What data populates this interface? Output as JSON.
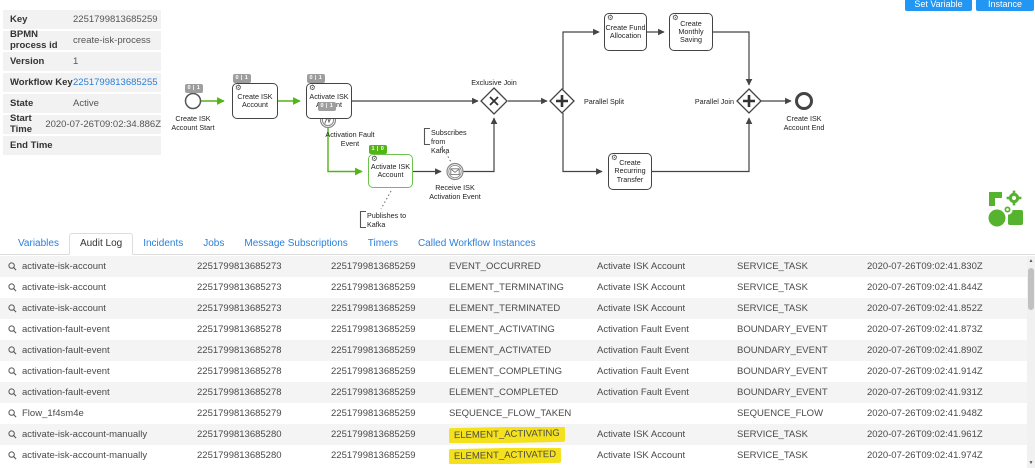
{
  "actions": {
    "set_variable": "Set Variable",
    "cancel_instance": "Cancel Instance"
  },
  "colors": {
    "accent_green": "#52b415",
    "accent_blue": "#2196f3",
    "link_blue": "#2a7fdb",
    "highlight_yellow": "#f4e11c"
  },
  "icons": {
    "service_task": "⚙",
    "scroll_up": "▲",
    "scroll_down": "▼"
  },
  "info": {
    "rows": [
      {
        "label": "Key",
        "value": "2251799813685259",
        "link": false
      },
      {
        "label": "BPMN process id",
        "value": "create-isk-process",
        "link": false
      },
      {
        "label": "Version",
        "value": "1",
        "link": false
      },
      {
        "label": "Workflow Key",
        "value": "2251799813685255",
        "link": true
      },
      {
        "label": "State",
        "value": "Active",
        "link": false
      },
      {
        "label": "Start Time",
        "value": "2020-07-26T09:02:34.886Z",
        "link": false
      },
      {
        "label": "End Time",
        "value": "",
        "link": false
      }
    ]
  },
  "diagram": {
    "start": {
      "badge": "0 | 1",
      "label": "Create ISK\nAccount Start"
    },
    "task_create": {
      "badge": "0 | 1",
      "label": "Create ISK\nAccount"
    },
    "task_activate": {
      "badge": "0 | 1",
      "inner_badge": "0 | 1",
      "label": "Activate ISK\nAccount"
    },
    "boundary": {
      "label": "Activation Fault\nEvent"
    },
    "task_activate_manual": {
      "badge": "1 | 0",
      "label": "Activate ISK\nAccount"
    },
    "annotation_publishes": {
      "label": "Publishes to\nKafka"
    },
    "annotation_subscribes": {
      "label": "Subscribes from\nKafka"
    },
    "msg_event": {
      "label": "Receive ISK\nActivation Event"
    },
    "gw_exclusive": {
      "label": "Exclusive Join"
    },
    "gw_split": {
      "label": "Parallel Split"
    },
    "gw_join": {
      "label": "Parallel Join"
    },
    "task_fund": {
      "label": "Create Fund\nAllocation"
    },
    "task_monthly": {
      "label": "Create Monthly\nSaving"
    },
    "task_recurring": {
      "label": "Create\nRecurring\nTransfer"
    },
    "end": {
      "label": "Create ISK\nAccount End"
    }
  },
  "tabs": [
    {
      "label": "Variables",
      "active": false
    },
    {
      "label": "Audit Log",
      "active": true
    },
    {
      "label": "Incidents",
      "active": false
    },
    {
      "label": "Jobs",
      "active": false
    },
    {
      "label": "Message Subscriptions",
      "active": false
    },
    {
      "label": "Timers",
      "active": false
    },
    {
      "label": "Called Workflow Instances",
      "active": false
    }
  ],
  "audit": {
    "rows": [
      {
        "id": "activate-isk-account",
        "key": "2251799813685273",
        "instance_key": "2251799813685259",
        "event": "EVENT_OCCURRED",
        "element_name": "Activate ISK Account",
        "element_type": "SERVICE_TASK",
        "timestamp": "2020-07-26T09:02:41.830Z",
        "highlight": false
      },
      {
        "id": "activate-isk-account",
        "key": "2251799813685273",
        "instance_key": "2251799813685259",
        "event": "ELEMENT_TERMINATING",
        "element_name": "Activate ISK Account",
        "element_type": "SERVICE_TASK",
        "timestamp": "2020-07-26T09:02:41.844Z",
        "highlight": false
      },
      {
        "id": "activate-isk-account",
        "key": "2251799813685273",
        "instance_key": "2251799813685259",
        "event": "ELEMENT_TERMINATED",
        "element_name": "Activate ISK Account",
        "element_type": "SERVICE_TASK",
        "timestamp": "2020-07-26T09:02:41.852Z",
        "highlight": false
      },
      {
        "id": "activation-fault-event",
        "key": "2251799813685278",
        "instance_key": "2251799813685259",
        "event": "ELEMENT_ACTIVATING",
        "element_name": "Activation Fault Event",
        "element_type": "BOUNDARY_EVENT",
        "timestamp": "2020-07-26T09:02:41.873Z",
        "highlight": false
      },
      {
        "id": "activation-fault-event",
        "key": "2251799813685278",
        "instance_key": "2251799813685259",
        "event": "ELEMENT_ACTIVATED",
        "element_name": "Activation Fault Event",
        "element_type": "BOUNDARY_EVENT",
        "timestamp": "2020-07-26T09:02:41.890Z",
        "highlight": false
      },
      {
        "id": "activation-fault-event",
        "key": "2251799813685278",
        "instance_key": "2251799813685259",
        "event": "ELEMENT_COMPLETING",
        "element_name": "Activation Fault Event",
        "element_type": "BOUNDARY_EVENT",
        "timestamp": "2020-07-26T09:02:41.914Z",
        "highlight": false
      },
      {
        "id": "activation-fault-event",
        "key": "2251799813685278",
        "instance_key": "2251799813685259",
        "event": "ELEMENT_COMPLETED",
        "element_name": "Activation Fault Event",
        "element_type": "BOUNDARY_EVENT",
        "timestamp": "2020-07-26T09:02:41.931Z",
        "highlight": false
      },
      {
        "id": "Flow_1f4sm4e",
        "key": "2251799813685279",
        "instance_key": "2251799813685259",
        "event": "SEQUENCE_FLOW_TAKEN",
        "element_name": "",
        "element_type": "SEQUENCE_FLOW",
        "timestamp": "2020-07-26T09:02:41.948Z",
        "highlight": false
      },
      {
        "id": "activate-isk-account-manually",
        "key": "2251799813685280",
        "instance_key": "2251799813685259",
        "event": "ELEMENT_ACTIVATING",
        "element_name": "Activate ISK Account",
        "element_type": "SERVICE_TASK",
        "timestamp": "2020-07-26T09:02:41.961Z",
        "highlight": true
      },
      {
        "id": "activate-isk-account-manually",
        "key": "2251799813685280",
        "instance_key": "2251799813685259",
        "event": "ELEMENT_ACTIVATED",
        "element_name": "Activate ISK Account",
        "element_type": "SERVICE_TASK",
        "timestamp": "2020-07-26T09:02:41.974Z",
        "highlight": true
      }
    ]
  }
}
